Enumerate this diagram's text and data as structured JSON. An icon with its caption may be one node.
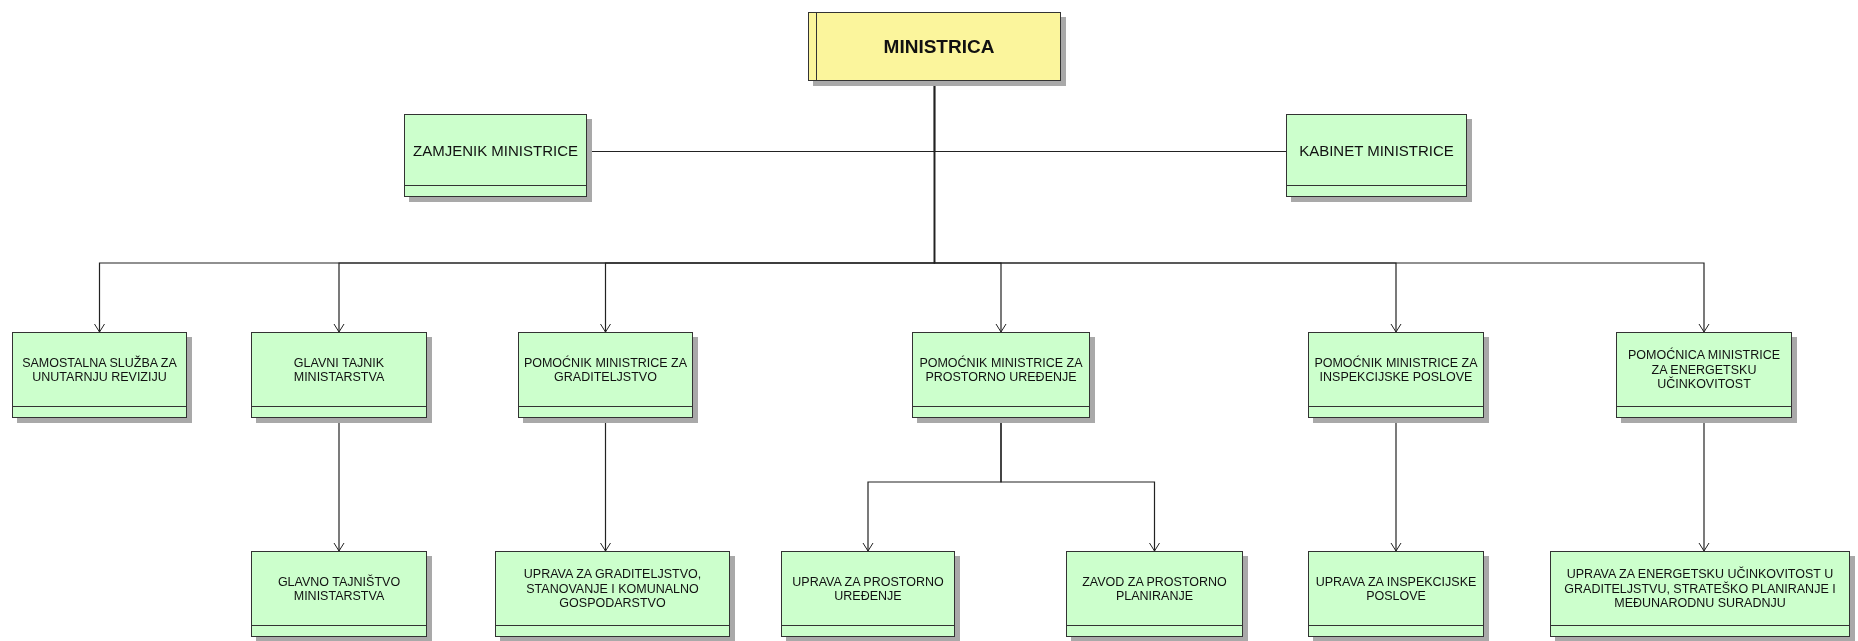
{
  "diagram": {
    "nodes": [
      {
        "text": [
          "MINISTRICA"
        ]
      },
      {
        "text": [
          "ZAMJENIK MINISTRICE"
        ]
      },
      {
        "text": [
          "KABINET MINISTRICE"
        ]
      },
      {
        "text": [
          "SAMOSTALNA SLUŽBA ZA UNUTARNJU REVIZIJU"
        ]
      },
      {
        "text": [
          "GLAVNI TAJNIK MINISTARSTVA"
        ]
      },
      {
        "text": [
          "POMOĆNIK MINISTRICE ZA GRADITELJSTVO"
        ]
      },
      {
        "text": [
          "POMOĆNIK MINISTRICE ZA PROSTORNO UREĐENJE"
        ]
      },
      {
        "text": [
          "POMOĆNIK MINISTRICE ZA INSPEKCIJSKE POSLOVE"
        ]
      },
      {
        "text": [
          "POMOĆNICA MINISTRICE ZA ENERGETSKU UČINKOVITOST"
        ]
      },
      {
        "text": [
          "GLAVNO TAJNIŠTVO MINISTARSTVA"
        ]
      },
      {
        "text": [
          "UPRAVA ZA GRADITELJSTVO, STANOVANJE I KOMUNALNO GOSPODARSTVO"
        ]
      },
      {
        "text": [
          "UPRAVA ZA PROSTORNO UREĐENJE"
        ]
      },
      {
        "text": [
          "ZAVOD ZA PROSTORNO PLANIRANJE"
        ]
      },
      {
        "text": [
          "UPRAVA ZA INSPEKCIJSKE POSLOVE"
        ]
      },
      {
        "text": [
          "UPRAVA ZA ENERGETSKU UČINKOVITOST U GRADITELJSTVU, STRATEŠKO PLANIRANJE I MEĐUNARODNU SURADNJU"
        ]
      }
    ],
    "edges": [
      {
        "from": 0,
        "to": 1,
        "arrow": "none"
      },
      {
        "from": 0,
        "to": 2,
        "arrow": "none"
      },
      {
        "from": 0,
        "to": 3,
        "arrow": "to"
      },
      {
        "from": 0,
        "to": 4,
        "arrow": "to"
      },
      {
        "from": 0,
        "to": 5,
        "arrow": "to"
      },
      {
        "from": 0,
        "to": 6,
        "arrow": "to"
      },
      {
        "from": 0,
        "to": 7,
        "arrow": "to"
      },
      {
        "from": 0,
        "to": 8,
        "arrow": "to"
      },
      {
        "from": 4,
        "to": 9,
        "arrow": "to"
      },
      {
        "from": 5,
        "to": 10,
        "arrow": "to"
      },
      {
        "from": 6,
        "to": 11,
        "arrow": "to"
      },
      {
        "from": 6,
        "to": 12,
        "arrow": "to"
      },
      {
        "from": 7,
        "to": 13,
        "arrow": "to"
      },
      {
        "from": 8,
        "to": 14,
        "arrow": "to"
      }
    ]
  }
}
